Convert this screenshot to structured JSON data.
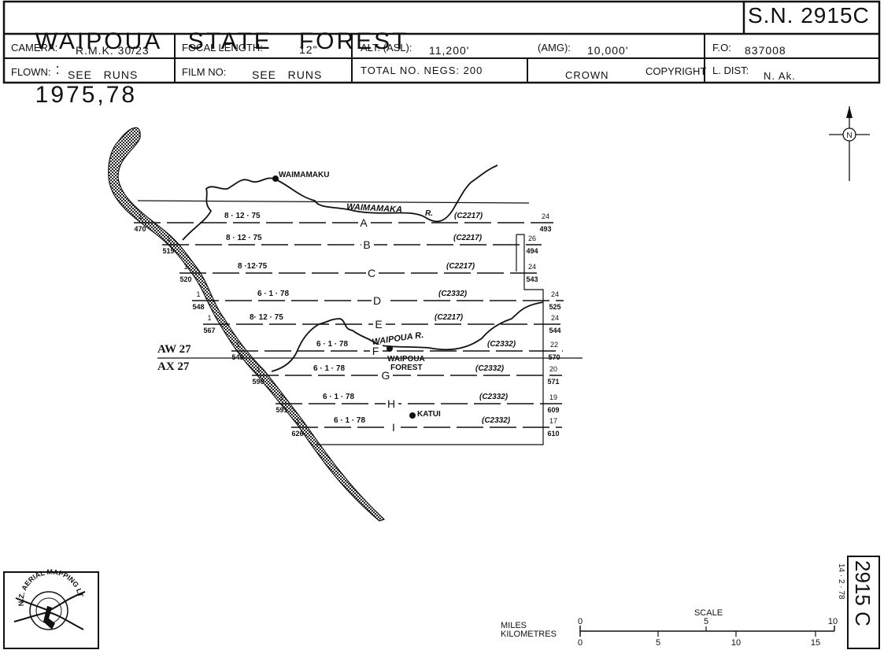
{
  "header": {
    "title_name": "WAIPOUA   STATE   FOREST",
    "title_colon": ":",
    "title_years": "1975,78",
    "sheet_number": "S.N. 2915C"
  },
  "info": {
    "camera_label": "CAMERA:",
    "camera_value": "R.M.K. 30/23",
    "focal_label": "FOCAL LENGTH:",
    "focal_value": "12\"",
    "alt_label": "ALT. (ASL):",
    "alt_value": "11,200'",
    "amg_label": "(AMG):",
    "amg_value": "10,000'",
    "fo_label": "F.O:",
    "fo_value": "837008",
    "flown_label": "FLOWN:",
    "flown_value": "SEE   RUNS",
    "film_label": "FILM NO:",
    "film_value": "SEE   RUNS",
    "negs_label": "TOTAL NO. NEGS: 200",
    "crown": "CROWN",
    "copyright": "COPYRIGHT",
    "ldist_label": "L. DIST:",
    "ldist_value": "N. Ak."
  },
  "map": {
    "places": {
      "waimamaku": "WAIMAMAKU",
      "waimamaka_river": "WAIMAMAKA",
      "waimamaka_r": "R.",
      "waipoua_river": "WAIPOUA R.",
      "waipoua_forest_1": "WAIPOUA",
      "waipoua_forest_2": "FOREST",
      "katui": "KATUI"
    },
    "grid_labels": {
      "aw": "AW 27",
      "ax": "AX 27"
    },
    "north": "N",
    "runs": [
      {
        "letter": "A",
        "date": "8 · 12 · 75",
        "film": "(C2217)",
        "start_top": "1",
        "start_bottom": "470",
        "end_top": "24",
        "end_bottom": "493"
      },
      {
        "letter": "B",
        "date": "8 · 12 · 75",
        "film": "(C2217)",
        "start_top": "1",
        "start_bottom": "519",
        "end_top": "26",
        "end_bottom": "494"
      },
      {
        "letter": "C",
        "date": "8 ·12·75",
        "film": "(C2217)",
        "start_top": "1",
        "start_bottom": "520",
        "end_top": "24",
        "end_bottom": "543"
      },
      {
        "letter": "D",
        "date": "6 · 1 · 78",
        "film": "(C2332)",
        "start_top": "1",
        "start_bottom": "548",
        "end_top": "24",
        "end_bottom": "525"
      },
      {
        "letter": "E",
        "date": "8· 12 · 75",
        "film": "(C2217)",
        "start_top": "1",
        "start_bottom": "567",
        "end_top": "24",
        "end_bottom": "544"
      },
      {
        "letter": "F",
        "date": "6 · 1 · 78",
        "film": "(C2332)",
        "start_top": "1",
        "start_bottom": "549",
        "end_top": "22",
        "end_bottom": "570"
      },
      {
        "letter": "G",
        "date": "6 · 1 · 78",
        "film": "(C2332)",
        "start_top": "1",
        "start_bottom": "590",
        "end_top": "20",
        "end_bottom": "571"
      },
      {
        "letter": "H",
        "date": "6 · 1 · 78",
        "film": "(C2332)",
        "start_top": "1",
        "start_bottom": "591",
        "end_top": "19",
        "end_bottom": "609"
      },
      {
        "letter": "I",
        "date": "6 · 1 · 78",
        "film": "(C2332)",
        "start_top": "1",
        "start_bottom": "626",
        "end_top": "17",
        "end_bottom": "610"
      }
    ]
  },
  "footer": {
    "logo_text": "N.Z. AERIAL MAPPING LTD.",
    "scale_label": "SCALE",
    "miles_label": "MILES",
    "km_label": "KILOMETRES",
    "miles_ticks": [
      "0",
      "5",
      "10"
    ],
    "km_ticks": [
      "0",
      "5",
      "10",
      "15"
    ],
    "side_number": "2915 C",
    "side_date": "14 · 2 · 78"
  }
}
